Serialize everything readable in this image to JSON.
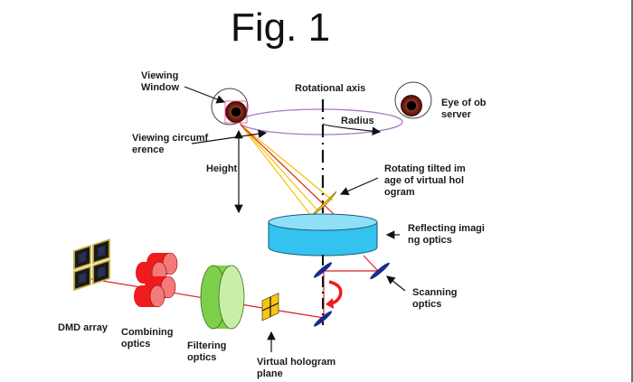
{
  "figure": {
    "title": "Fig. 1"
  },
  "labels": {
    "viewing_window": "Viewing\nWindow",
    "rotational_axis": "Rotational axis",
    "eye_of_observer": "Eye of ob\nserver",
    "radius": "Radius",
    "viewing_circumference": "Viewing circumf\nerence",
    "height": "Height",
    "rotating_tilted_image": "Rotating tilted im\nage of virtual hol\nogram",
    "reflecting_imaging_optics": "Reflecting imagi\nng optics",
    "scanning_optics": "Scanning\noptics",
    "dmd_array": "DMD array",
    "combining_optics": "Combining\noptics",
    "filtering_optics": "Filtering\noptics",
    "virtual_hologram_plane": "Virtual hologram\nplane"
  },
  "colors": {
    "beam": "#d9202a",
    "light_rays": "#f2c300",
    "circumference": "#a57ac0",
    "reflector": "#33c3ee",
    "filter": "#9bdc6c",
    "combiner": "#ee1c1c",
    "mirror": "#1a2a8c",
    "eye_iris": "#6b1a10"
  }
}
